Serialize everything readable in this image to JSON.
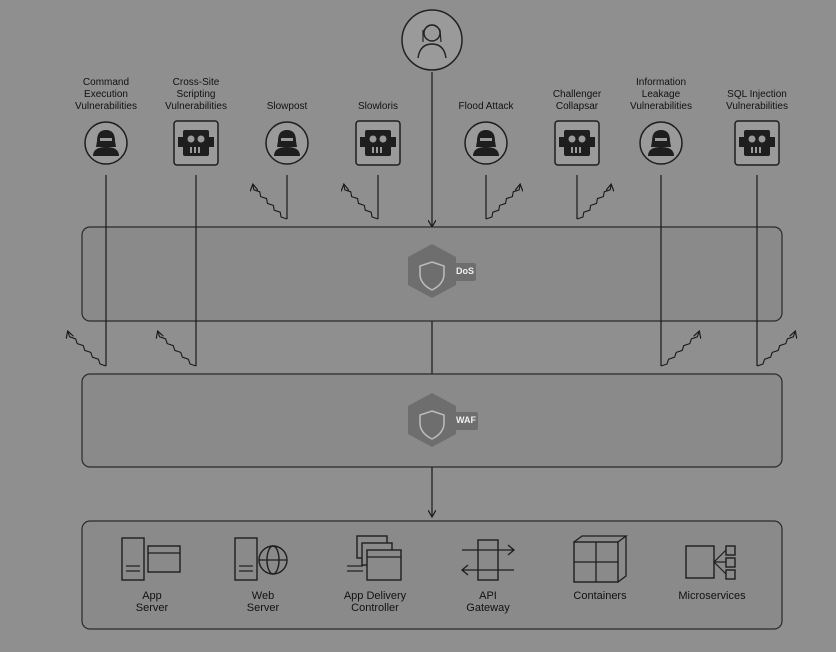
{
  "user": {
    "icon": "user-icon"
  },
  "attackers": [
    {
      "label": "Command\nExecution\nVulnerabilities",
      "icon": "hacker-icon"
    },
    {
      "label": "Cross-Site\nScripting\nVulnerabilities",
      "icon": "bot-icon"
    },
    {
      "label": "Slowpost",
      "icon": "hacker-icon"
    },
    {
      "label": "Slowloris",
      "icon": "bot-icon"
    },
    {
      "label": "Flood Attack",
      "icon": "hacker-icon"
    },
    {
      "label": "Challenger\nCollapsar",
      "icon": "bot-icon"
    },
    {
      "label": "Information\nLeakage\nVulnerabilities",
      "icon": "hacker-icon"
    },
    {
      "label": "SQL Injection\nVulnerabilities",
      "icon": "bot-icon"
    }
  ],
  "layers": {
    "dos": {
      "badge": "DoS",
      "icon": "shield-icon"
    },
    "waf": {
      "badge": "WAF",
      "icon": "shield-icon"
    }
  },
  "backends": [
    {
      "label": "App\nServer",
      "icon": "app-server-icon"
    },
    {
      "label": "Web\nServer",
      "icon": "web-server-icon"
    },
    {
      "label": "App Delivery\nController",
      "icon": "adc-icon"
    },
    {
      "label": "API\nGateway",
      "icon": "api-gateway-icon"
    },
    {
      "label": "Containers",
      "icon": "containers-icon"
    },
    {
      "label": "Microservices",
      "icon": "microservices-icon"
    }
  ],
  "colors": {
    "background": "#8f8f8f",
    "panel": "#8a8a8a",
    "stroke": "#2a2a2a",
    "hex": "#6e6e6e"
  }
}
